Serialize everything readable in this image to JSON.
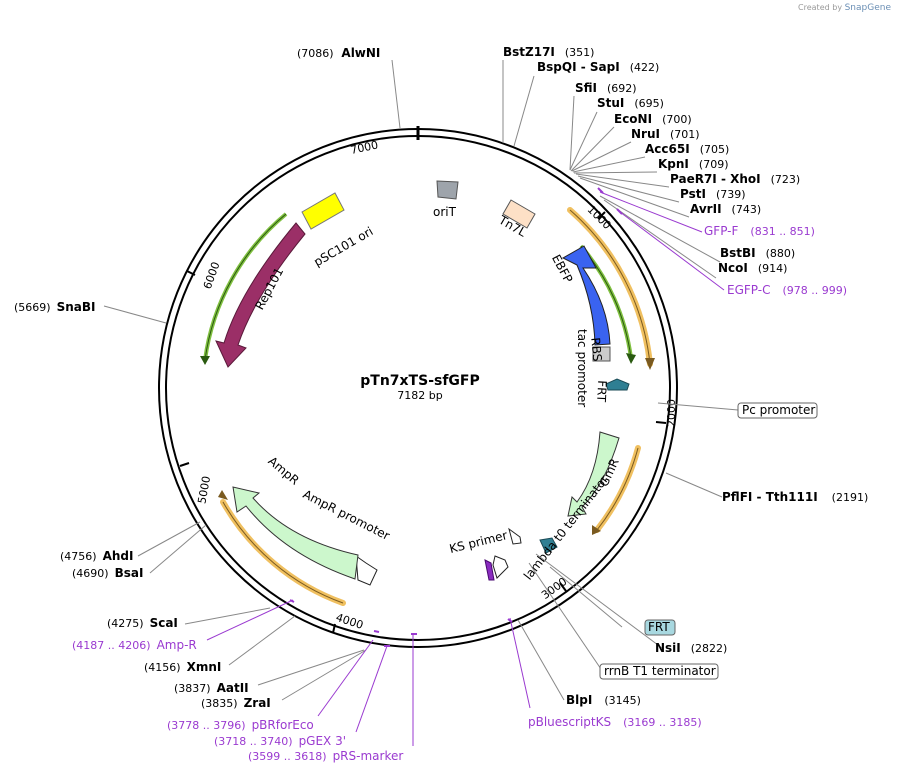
{
  "credit": {
    "prefix": "Created by",
    "brand": "SnapGene"
  },
  "plasmid": {
    "name": "pTn7xTS-sfGFP",
    "size_text": "7182 bp",
    "length": 7182
  },
  "ticks": [
    {
      "value": 1000,
      "label": "1000"
    },
    {
      "value": 2000,
      "label": "2000"
    },
    {
      "value": 3000,
      "label": "3000"
    },
    {
      "value": 4000,
      "label": "4000"
    },
    {
      "value": 5000,
      "label": "5000"
    },
    {
      "value": 6000,
      "label": "6000"
    },
    {
      "value": 7000,
      "label": "7000"
    }
  ],
  "sites": [
    {
      "id": "alwni",
      "name": "AlwNI",
      "pos": "(7086)",
      "bp": 7086
    },
    {
      "id": "bstz17i",
      "name": "BstZ17I",
      "pos": "(351)",
      "bp": 351
    },
    {
      "id": "bspqi-sapi",
      "name": "BspQI  - SapI",
      "pos": "(422)",
      "bp": 422
    },
    {
      "id": "sfii",
      "name": "SfiI",
      "pos": "(692)",
      "bp": 692
    },
    {
      "id": "stui",
      "name": "StuI",
      "pos": "(695)",
      "bp": 695
    },
    {
      "id": "econi",
      "name": "EcoNI",
      "pos": "(700)",
      "bp": 700
    },
    {
      "id": "nrui",
      "name": "NruI",
      "pos": "(701)",
      "bp": 701
    },
    {
      "id": "acc65i",
      "name": "Acc65I",
      "pos": "(705)",
      "bp": 705
    },
    {
      "id": "kpni",
      "name": "KpnI",
      "pos": "(709)",
      "bp": 709
    },
    {
      "id": "paer7i-xhoi",
      "name": "PaeR7I  - XhoI",
      "pos": "(723)",
      "bp": 723
    },
    {
      "id": "psti",
      "name": "PstI",
      "pos": "(739)",
      "bp": 739
    },
    {
      "id": "avrii",
      "name": "AvrII",
      "pos": "(743)",
      "bp": 743
    },
    {
      "id": "bstbi",
      "name": "BstBI",
      "pos": "(880)",
      "bp": 880
    },
    {
      "id": "ncoi",
      "name": "NcoI",
      "pos": "(914)",
      "bp": 914
    },
    {
      "id": "pflfi-tth111i",
      "name": "PflFI  - Tth111I",
      "pos": "(2191)",
      "bp": 2191
    },
    {
      "id": "nsii",
      "name": "NsiI",
      "pos": "(2822)",
      "bp": 2822
    },
    {
      "id": "blpi",
      "name": "BlpI",
      "pos": "(3145)",
      "bp": 3145
    },
    {
      "id": "zrai",
      "name": "ZraI",
      "pos": "(3835)",
      "bp": 3835
    },
    {
      "id": "aatii",
      "name": "AatII",
      "pos": "(3837)",
      "bp": 3837
    },
    {
      "id": "xmni",
      "name": "XmnI",
      "pos": "(4156)",
      "bp": 4156
    },
    {
      "id": "scai",
      "name": "ScaI",
      "pos": "(4275)",
      "bp": 4275
    },
    {
      "id": "bsai",
      "name": "BsaI",
      "pos": "(4690)",
      "bp": 4690
    },
    {
      "id": "ahdi",
      "name": "AhdI",
      "pos": "(4756)",
      "bp": 4756
    },
    {
      "id": "snabi",
      "name": "SnaBI",
      "pos": "(5669)",
      "bp": 5669
    }
  ],
  "primers": [
    {
      "id": "gfp-f",
      "name": "GFP-F",
      "range": "(831 .. 851)",
      "start": 831,
      "end": 851
    },
    {
      "id": "egfp-c",
      "name": "EGFP-C",
      "range": "(978 .. 999)",
      "start": 978,
      "end": 999
    },
    {
      "id": "pbluescriptks",
      "name": "pBluescriptKS",
      "range": "(3169 .. 3185)",
      "start": 3169,
      "end": 3185
    },
    {
      "id": "prs-marker",
      "name": "pRS-marker",
      "range": "(3599 .. 3618)",
      "start": 3599,
      "end": 3618
    },
    {
      "id": "pgex3",
      "name": "pGEX 3'",
      "range": "(3718 .. 3740)",
      "start": 3718,
      "end": 3740
    },
    {
      "id": "pbrforeco",
      "name": "pBRforEco",
      "range": "(3778 .. 3796)",
      "start": 3778,
      "end": 3796
    },
    {
      "id": "amp-r",
      "name": "Amp-R",
      "range": "(4187 .. 4206)",
      "start": 4187,
      "end": 4206
    }
  ],
  "boxed_labels": [
    {
      "id": "pc-promoter",
      "text": "Pc promoter",
      "fill": "#ffffff"
    },
    {
      "id": "frt-box",
      "text": "FRT",
      "fill": "#a8d8e0"
    },
    {
      "id": "rrnb",
      "text": "rrnB T1 terminator",
      "fill": "#ffffff"
    }
  ],
  "features": [
    {
      "id": "orit",
      "label": "oriT",
      "color": "#9ea4ab"
    },
    {
      "id": "tn7l",
      "label": "Tn7L",
      "color": "#fde0c6"
    },
    {
      "id": "ebfp",
      "label": "EBFP",
      "color": "#3a63f0"
    },
    {
      "id": "rbs",
      "label": "RBS",
      "color": "#cccccc"
    },
    {
      "id": "tac",
      "label": "tac promoter",
      "color": "#ffffff"
    },
    {
      "id": "frt",
      "label": "FRT",
      "color": "#2f7f93"
    },
    {
      "id": "gmr",
      "label": "GmR",
      "color": "#ccf7cc"
    },
    {
      "id": "lambda",
      "label": "lambda t0 terminator",
      "color": "#ffffff"
    },
    {
      "id": "ks",
      "label": "KS primer",
      "color": "#ffffff"
    },
    {
      "id": "ampr",
      "label": "AmpR",
      "color": "#ccf7cc"
    },
    {
      "id": "ampr-prom",
      "label": "AmpR promoter",
      "color": "#ffffff"
    },
    {
      "id": "rep101",
      "label": "Rep101",
      "color": "#9b2f67"
    },
    {
      "id": "psc101",
      "label": "pSC101 ori",
      "color": "#ffff00"
    }
  ],
  "colors": {
    "primer": "#9a3ad0",
    "orf_orange": "#f0c060",
    "orf_green": "#80c040",
    "backbone": "#000000"
  }
}
